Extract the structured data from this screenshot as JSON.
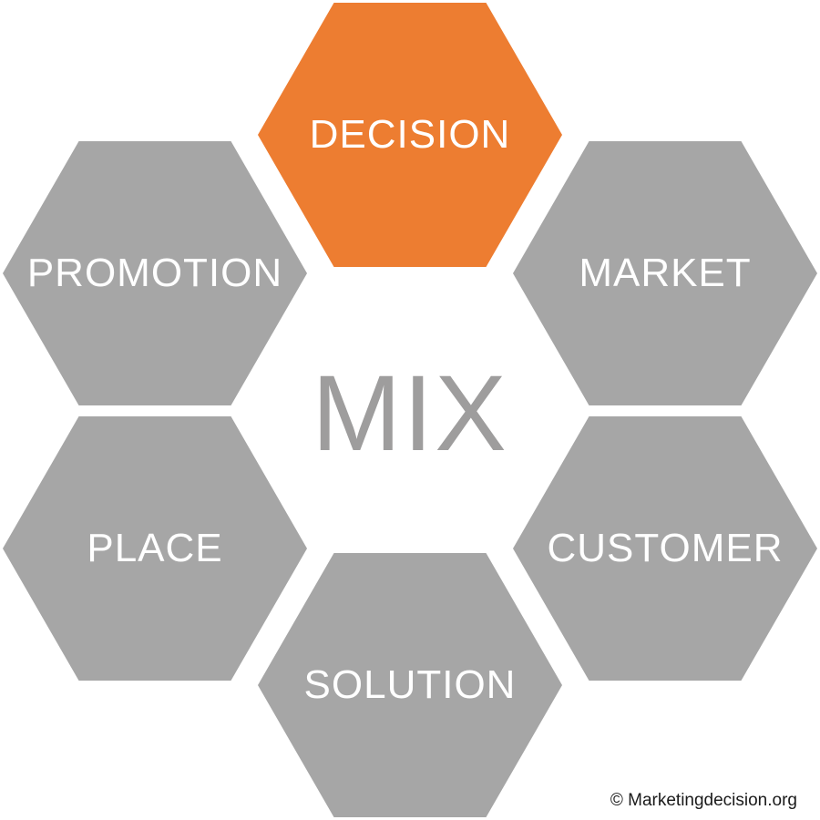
{
  "diagram": {
    "title_center": "MIX",
    "center_text_color": "#9E9D9D",
    "default_hex_color": "#A6A6A6",
    "highlight_hex_color": "#ED7D31",
    "label_text_color": "#FFFFFF",
    "hexagons": [
      {
        "id": "decision",
        "label": "DECISION",
        "fill": "#ED7D31",
        "text_color": "#FFFFFF",
        "position": "top",
        "highlighted": true
      },
      {
        "id": "promotion",
        "label": "PROMOTION",
        "fill": "#A6A6A6",
        "text_color": "#FFFFFF",
        "position": "upper-left",
        "highlighted": false
      },
      {
        "id": "market",
        "label": "MARKET",
        "fill": "#A6A6A6",
        "text_color": "#FFFFFF",
        "position": "upper-right",
        "highlighted": false
      },
      {
        "id": "place",
        "label": "PLACE",
        "fill": "#A6A6A6",
        "text_color": "#FFFFFF",
        "position": "lower-left",
        "highlighted": false
      },
      {
        "id": "customer",
        "label": "CUSTOMER",
        "fill": "#A6A6A6",
        "text_color": "#FFFFFF",
        "position": "lower-right",
        "highlighted": false
      },
      {
        "id": "solution",
        "label": "SOLUTION",
        "fill": "#A6A6A6",
        "text_color": "#FFFFFF",
        "position": "bottom",
        "highlighted": false
      }
    ],
    "footer": {
      "copyright": "© Marketingdecision.org"
    }
  }
}
